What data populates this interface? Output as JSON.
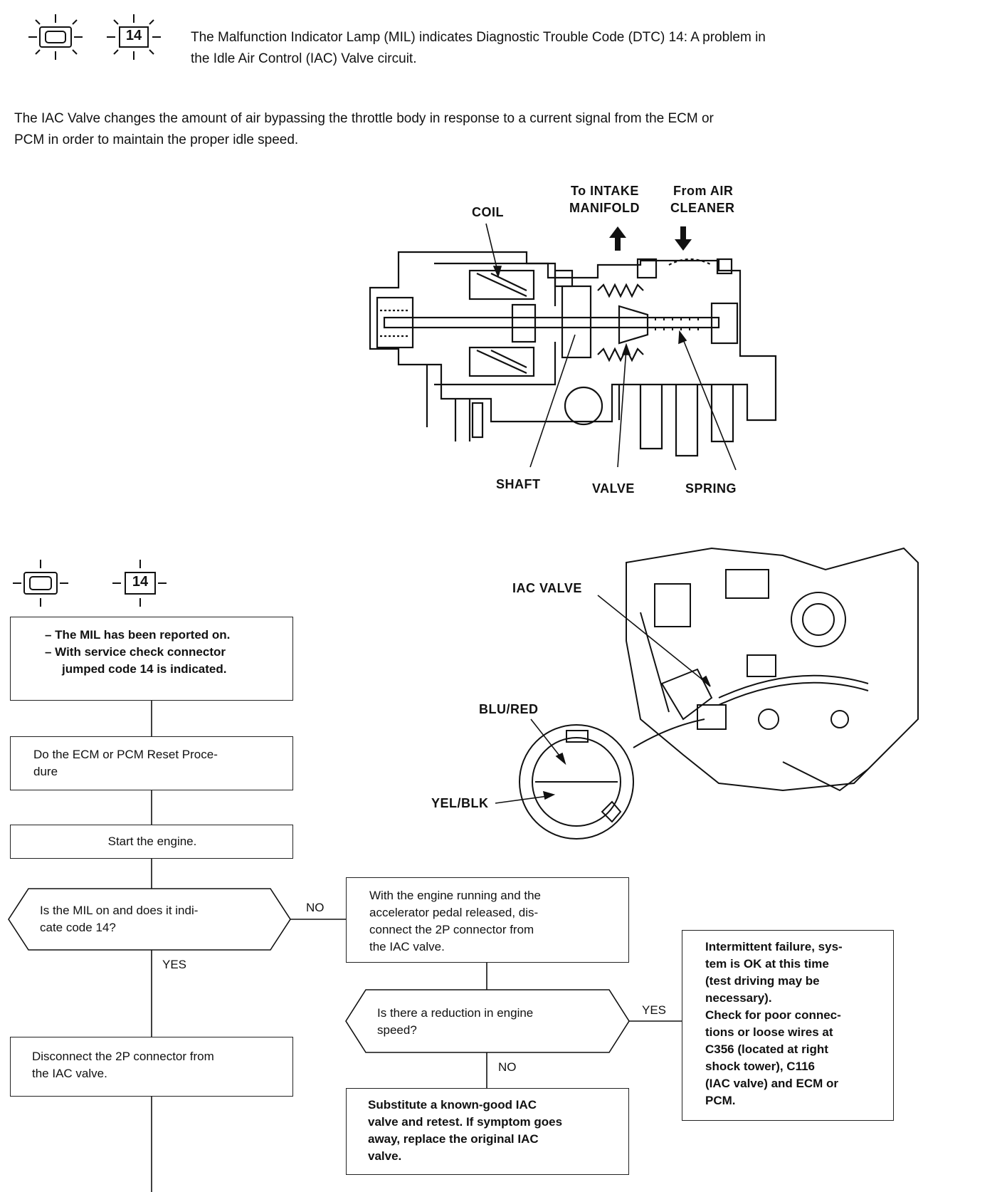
{
  "header": {
    "code": "14",
    "text_line1": "The Malfunction Indicator Lamp (MIL) indicates Diagnostic Trouble Code (DTC) 14: A problem in",
    "text_line2": "the Idle Air Control (IAC) Valve circuit."
  },
  "intro": {
    "line1": "The IAC Valve changes the amount of air bypassing the throttle body in response to a current signal from the ECM or",
    "line2": "PCM in order to maintain the proper idle speed."
  },
  "valve_diagram": {
    "coil": "COIL",
    "to_intake_1": "To INTAKE",
    "to_intake_2": "MANIFOLD",
    "from_air_1": "From AIR",
    "from_air_2": "CLEANER",
    "shaft": "SHAFT",
    "valve": "VALVE",
    "spring": "SPRING"
  },
  "engine_diagram": {
    "iac_valve": "IAC VALVE",
    "blu_red": "BLU/RED",
    "yel_blk": "YEL/BLK"
  },
  "flow": {
    "code": "14",
    "start_1": "– The MIL has been reported on.",
    "start_2": "– With service check connector",
    "start_3": "jumped code 14 is indicated.",
    "reset_1": "Do the ECM or PCM Reset Proce-",
    "reset_2": "dure",
    "start_engine": "Start the engine.",
    "q1_1": "Is the MIL on and does it indi-",
    "q1_2": "cate code 14?",
    "no": "NO",
    "yes": "YES",
    "disc_1": "Disconnect the 2P connector from",
    "disc_2": "the IAC valve.",
    "run_1": "With the engine running and the",
    "run_2": "accelerator pedal released, dis-",
    "run_3": "connect the 2P connector from",
    "run_4": "the IAC valve.",
    "q2_1": "Is there a reduction in engine",
    "q2_2": "speed?",
    "yes2": "YES",
    "no2": "NO",
    "sub_1": "Substitute a known-good IAC",
    "sub_2": "valve and retest. If symptom goes",
    "sub_3": "away, replace the original IAC",
    "sub_4": "valve.",
    "int_1": "Intermittent failure, sys-",
    "int_2": "tem is OK at this time",
    "int_3": "(test driving may be",
    "int_4": "necessary).",
    "int_5": "Check for poor connec-",
    "int_6": "tions or loose wires at",
    "int_7": "C356 (located at right",
    "int_8": "shock tower), C116",
    "int_9": "(IAC valve) and ECM or",
    "int_10": "PCM."
  }
}
